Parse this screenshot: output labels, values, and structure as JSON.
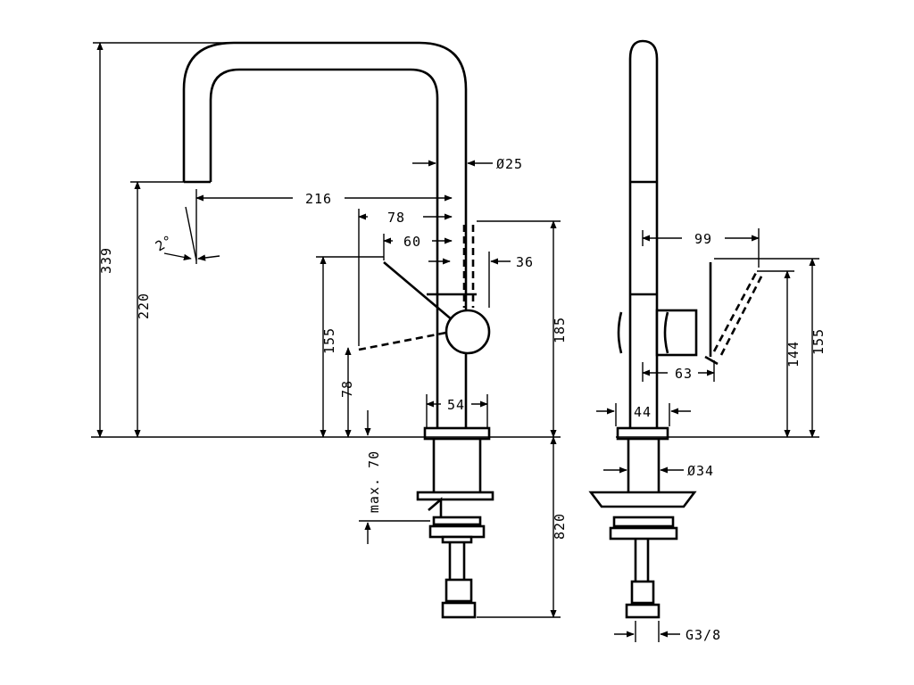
{
  "front_view": {
    "height_total": "339",
    "height_spout": "220",
    "spout_reach": "216",
    "pipe_diameter": "Ø25",
    "lever_reach": "78",
    "lever_offset": "60",
    "lever_dim": "36",
    "lever_height": "155",
    "lever_pivot_height": "78",
    "tilt_angle": "2°",
    "base_width": "54",
    "body_height": "185",
    "max_thickness": "max. 70",
    "hose_length": "820"
  },
  "side_view": {
    "lever_depth": "99",
    "lever_height_a": "144",
    "lever_height_b": "155",
    "lever_offset": "63",
    "base_width": "44",
    "shank_diameter": "Ø34",
    "thread": "G3/8"
  }
}
